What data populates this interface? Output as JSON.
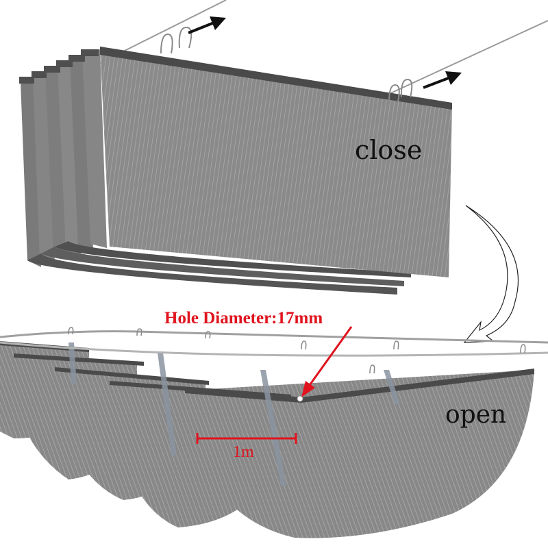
{
  "image": {
    "description": "Retractable wave shade sail product illustration",
    "background": "#ffffff"
  },
  "labels": {
    "closed_state": "close",
    "open_state": "open",
    "hole_annotation": "Hole Diameter:17mm",
    "width_annotation": "1m"
  },
  "colors": {
    "fabric": "#8c8c8c",
    "fabric_dark": "#6e6e6e",
    "fabric_stripe": "#a8a8a8",
    "rail": "#4a4a4a",
    "wire": "#9a9a9a",
    "annotation_red": "#e0141e",
    "text_black": "#111111"
  },
  "icons": {
    "direction_arrow_top_left": "arrow-right-icon",
    "direction_arrow_top_right": "arrow-right-icon",
    "transition_arrow": "curved-arrow-down-icon",
    "hole_pointer": "red-pointer-arrow-icon",
    "dimension_marker": "dimension-bar-icon"
  }
}
